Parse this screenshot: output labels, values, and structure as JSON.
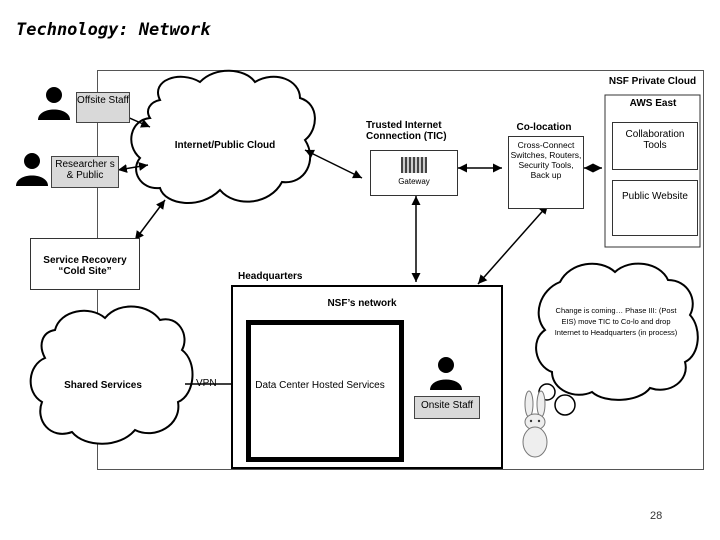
{
  "slide_title": "Technology: Network",
  "nodes": {
    "offsite_staff": "Offsite Staff",
    "researchers": "Researcher s & Public",
    "internet_cloud": "Internet/Public Cloud",
    "tic_title": "Trusted Internet Connection (TIC)",
    "gateway": "Gateway",
    "colocation_title": "Co-location",
    "colocation_body": "Cross-Connect Switches, Routers, Security Tools, Back up",
    "nsf_private_cloud": "NSF Private Cloud",
    "aws_east": "AWS East",
    "collaboration_tools": "Collaboration Tools",
    "public_website": "Public Website",
    "service_recovery": "Service Recovery “Cold Site”",
    "headquarters": "Headquarters",
    "nsf_network": "NSF’s network",
    "shared_services": "Shared Services",
    "vpn": "VPN",
    "data_center": "Data Center Hosted Services",
    "onsite_staff": "Onsite Staff",
    "change_note": "Change is coming… Phase III: (Post EIS) move TIC to Co-lo and drop Internet to Headquarters (in process)"
  },
  "page_number": "28",
  "colors": {
    "grey_box": "#d9d9d9",
    "line": "#000000"
  }
}
